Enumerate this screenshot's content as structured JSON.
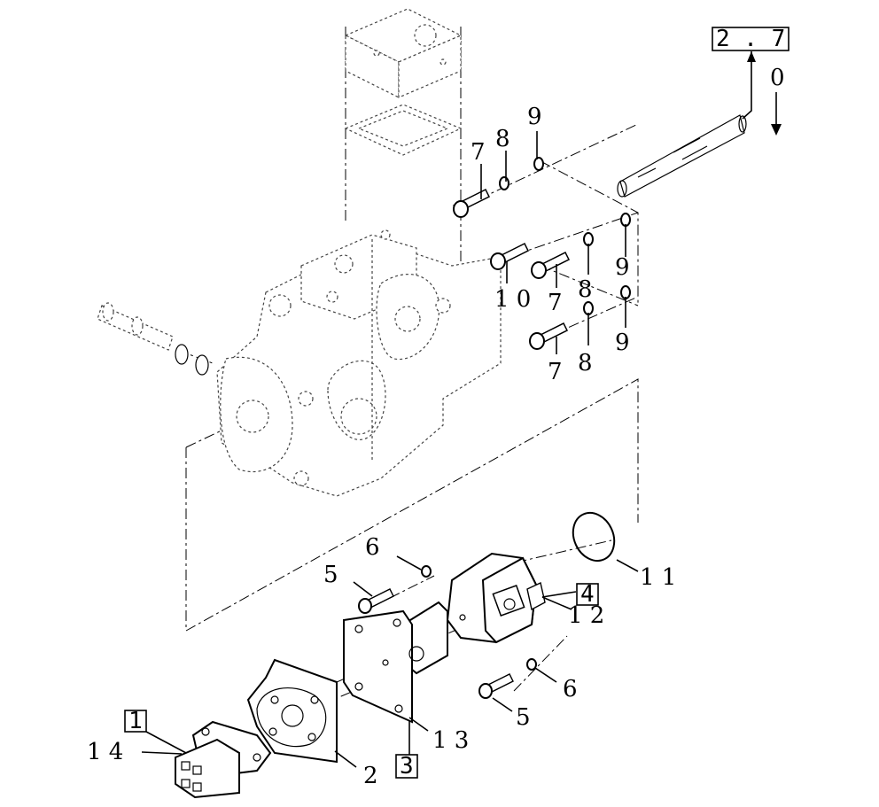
{
  "reference": {
    "label": "2 . 7",
    "arrow_label": "0"
  },
  "callouts": {
    "c1": "1",
    "c2": "2",
    "c3": "3",
    "c4": "4",
    "c5a": "5",
    "c5b": "5",
    "c6a": "6",
    "c6b": "6",
    "c7a": "7",
    "c7b": "7",
    "c7c": "7",
    "c8a": "8",
    "c8b": "8",
    "c8c": "8",
    "c9a": "9",
    "c9b": "9",
    "c9c": "9",
    "c10": "1 0",
    "c11": "1 1",
    "c12": "1 2",
    "c13": "1 3",
    "c14": "1 4"
  }
}
